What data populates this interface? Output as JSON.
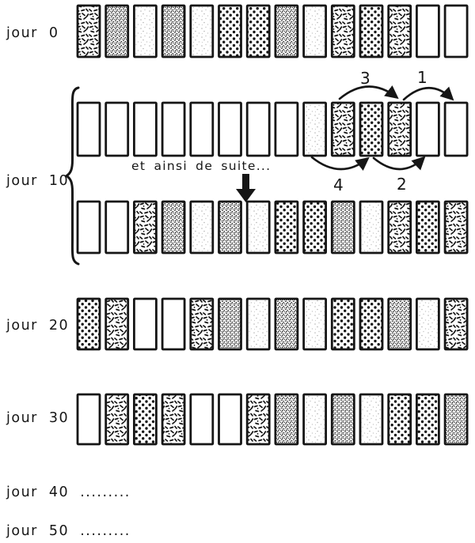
{
  "figure": {
    "background_color": "#ffffff",
    "ink_color": "#161616",
    "row_labels": {
      "jour0": "jour 0",
      "jour10": "jour 10",
      "jour20": "jour 20",
      "jour30": "jour 30",
      "jour40": "jour 40 .........",
      "jour50": "jour 50 ........."
    },
    "annotation": "et ainsi de suite...",
    "patterns_used": [
      "blank",
      "light",
      "dashes",
      "stipple",
      "dots"
    ],
    "rows": [
      {
        "id": "jour0",
        "cells": [
          "dashes",
          "stipple",
          "light",
          "stipple",
          "light",
          "dots",
          "dots",
          "stipple",
          "light",
          "dashes",
          "dots",
          "dashes",
          "blank",
          "blank"
        ]
      },
      {
        "id": "jour10a",
        "cells": [
          "blank",
          "blank",
          "blank",
          "blank",
          "blank",
          "blank",
          "blank",
          "blank",
          "light",
          "dashes",
          "dots",
          "dashes",
          "blank",
          "blank"
        ]
      },
      {
        "id": "jour10b",
        "cells": [
          "blank",
          "blank",
          "dashes",
          "stipple",
          "light",
          "stipple",
          "light",
          "dots",
          "dots",
          "stipple",
          "light",
          "dashes",
          "dots",
          "dashes"
        ]
      },
      {
        "id": "jour20",
        "cells": [
          "dots",
          "dashes",
          "blank",
          "blank",
          "dashes",
          "stipple",
          "light",
          "stipple",
          "light",
          "dots",
          "dots",
          "stipple",
          "light",
          "dashes"
        ]
      },
      {
        "id": "jour30",
        "cells": [
          "blank",
          "dashes",
          "dots",
          "dashes",
          "blank",
          "blank",
          "dashes",
          "stipple",
          "light",
          "stipple",
          "light",
          "dots",
          "dots",
          "stipple"
        ]
      }
    ],
    "arrows": {
      "top": [
        {
          "label": "3",
          "from_cell": 10,
          "to_cell": 12
        },
        {
          "label": "1",
          "from_cell": 12,
          "to_cell": 14
        }
      ],
      "bottom": [
        {
          "label": "4",
          "from_cell": 9,
          "to_cell": 11
        },
        {
          "label": "2",
          "from_cell": 11,
          "to_cell": 13
        }
      ]
    }
  }
}
